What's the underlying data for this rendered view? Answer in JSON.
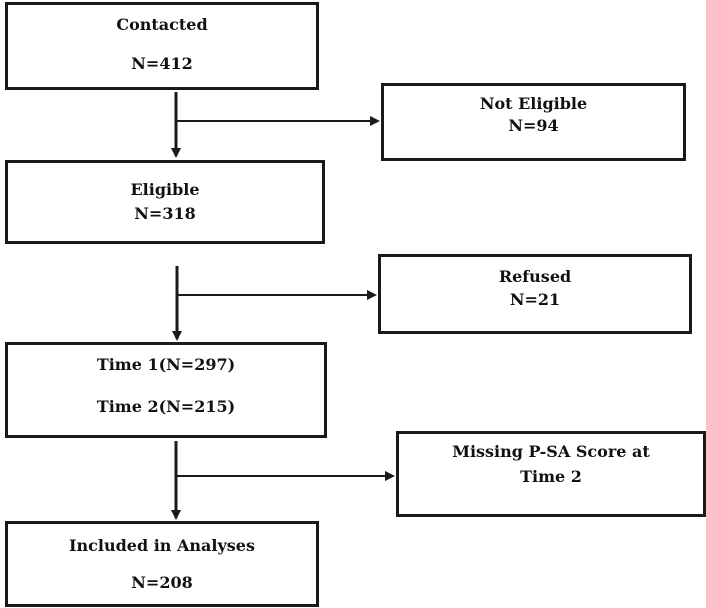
{
  "flow": {
    "contacted": {
      "title": "Contacted",
      "count": "N=412"
    },
    "not_eligible": {
      "title": "Not Eligible",
      "count": "N=94"
    },
    "eligible": {
      "title": "Eligible",
      "count": "N=318"
    },
    "refused": {
      "title": "Refused",
      "count": "N=21"
    },
    "time": {
      "time1": "Time 1(N=297)",
      "time2": "Time 2(N=215)"
    },
    "missing": {
      "line1": "Missing P-SA Score at",
      "line2": "Time 2"
    },
    "included": {
      "title": "Included in Analyses",
      "count": "N=208"
    }
  }
}
